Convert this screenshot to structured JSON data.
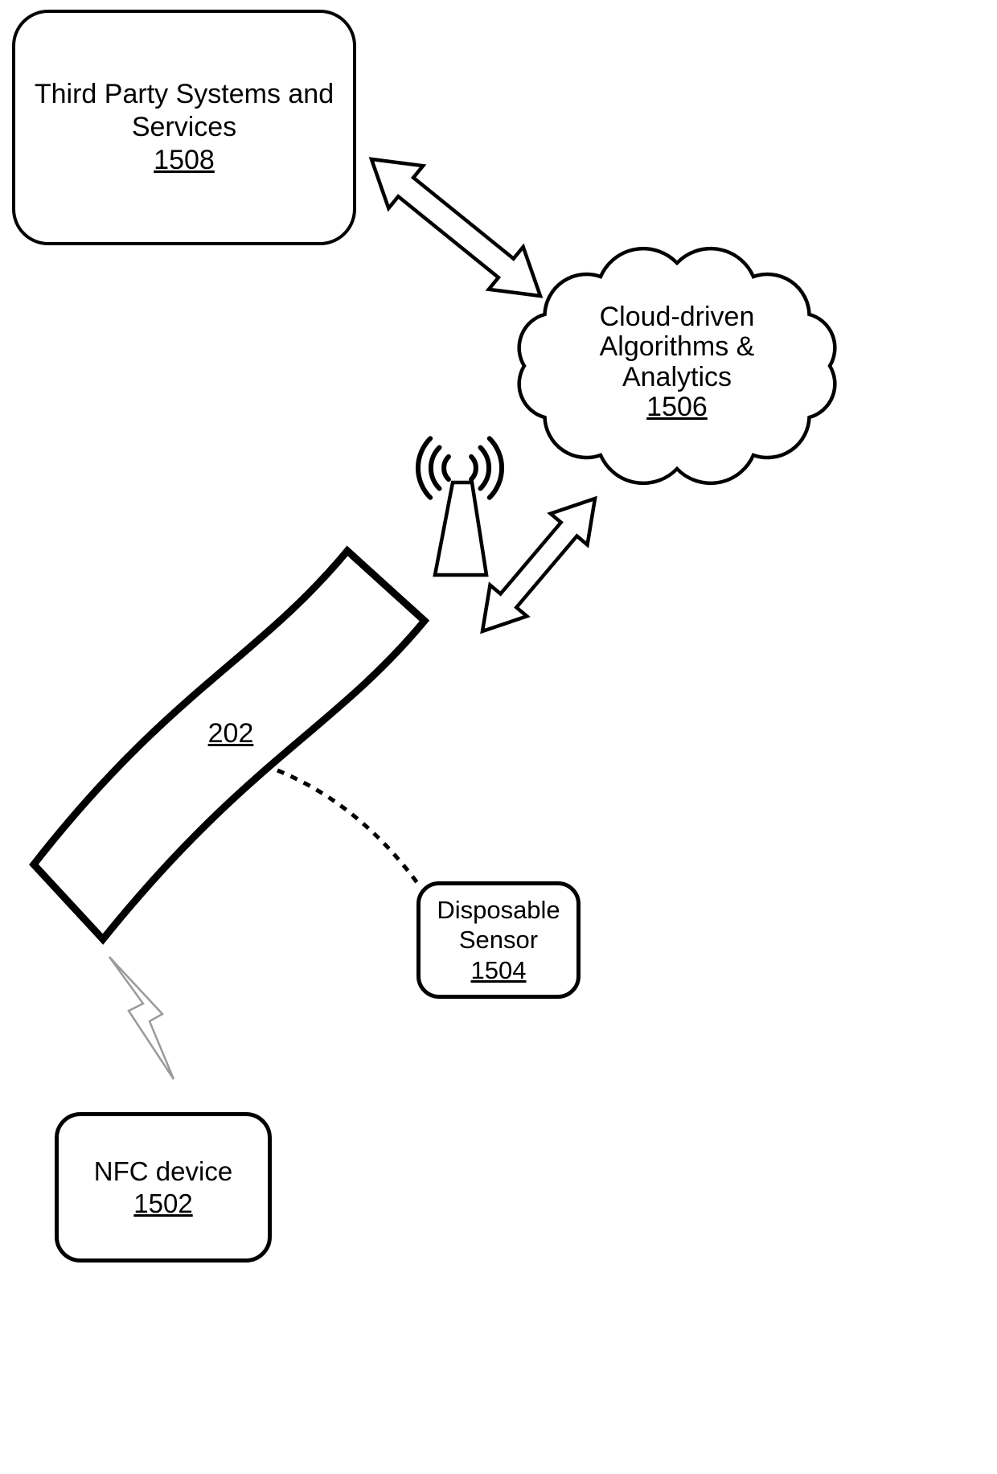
{
  "nodes": {
    "third_party": {
      "line1": "Third Party Systems and",
      "line2": "Services",
      "ref": "1508"
    },
    "cloud": {
      "line1": "Cloud-driven",
      "line2": "Algorithms &",
      "line3": "Analytics",
      "ref": "1506"
    },
    "band": {
      "ref": "202"
    },
    "sensor": {
      "line1": "Disposable",
      "line2": "Sensor",
      "ref": "1504"
    },
    "nfc": {
      "line1": "NFC device",
      "ref": "1502"
    }
  },
  "icons": {
    "arrow_top": "double-headed-arrow-icon",
    "arrow_bottom": "double-headed-arrow-icon",
    "antenna": "antenna-tower-icon",
    "waves": "radio-signal-waves-icon",
    "bolt": "lightning-bolt-icon",
    "cloud": "cloud-shape",
    "band": "wearable-band-shape",
    "connector": "dashed-connector-line"
  },
  "colors": {
    "line": "#000000",
    "background": "#ffffff",
    "bolt_outline": "#9a9a9a"
  }
}
